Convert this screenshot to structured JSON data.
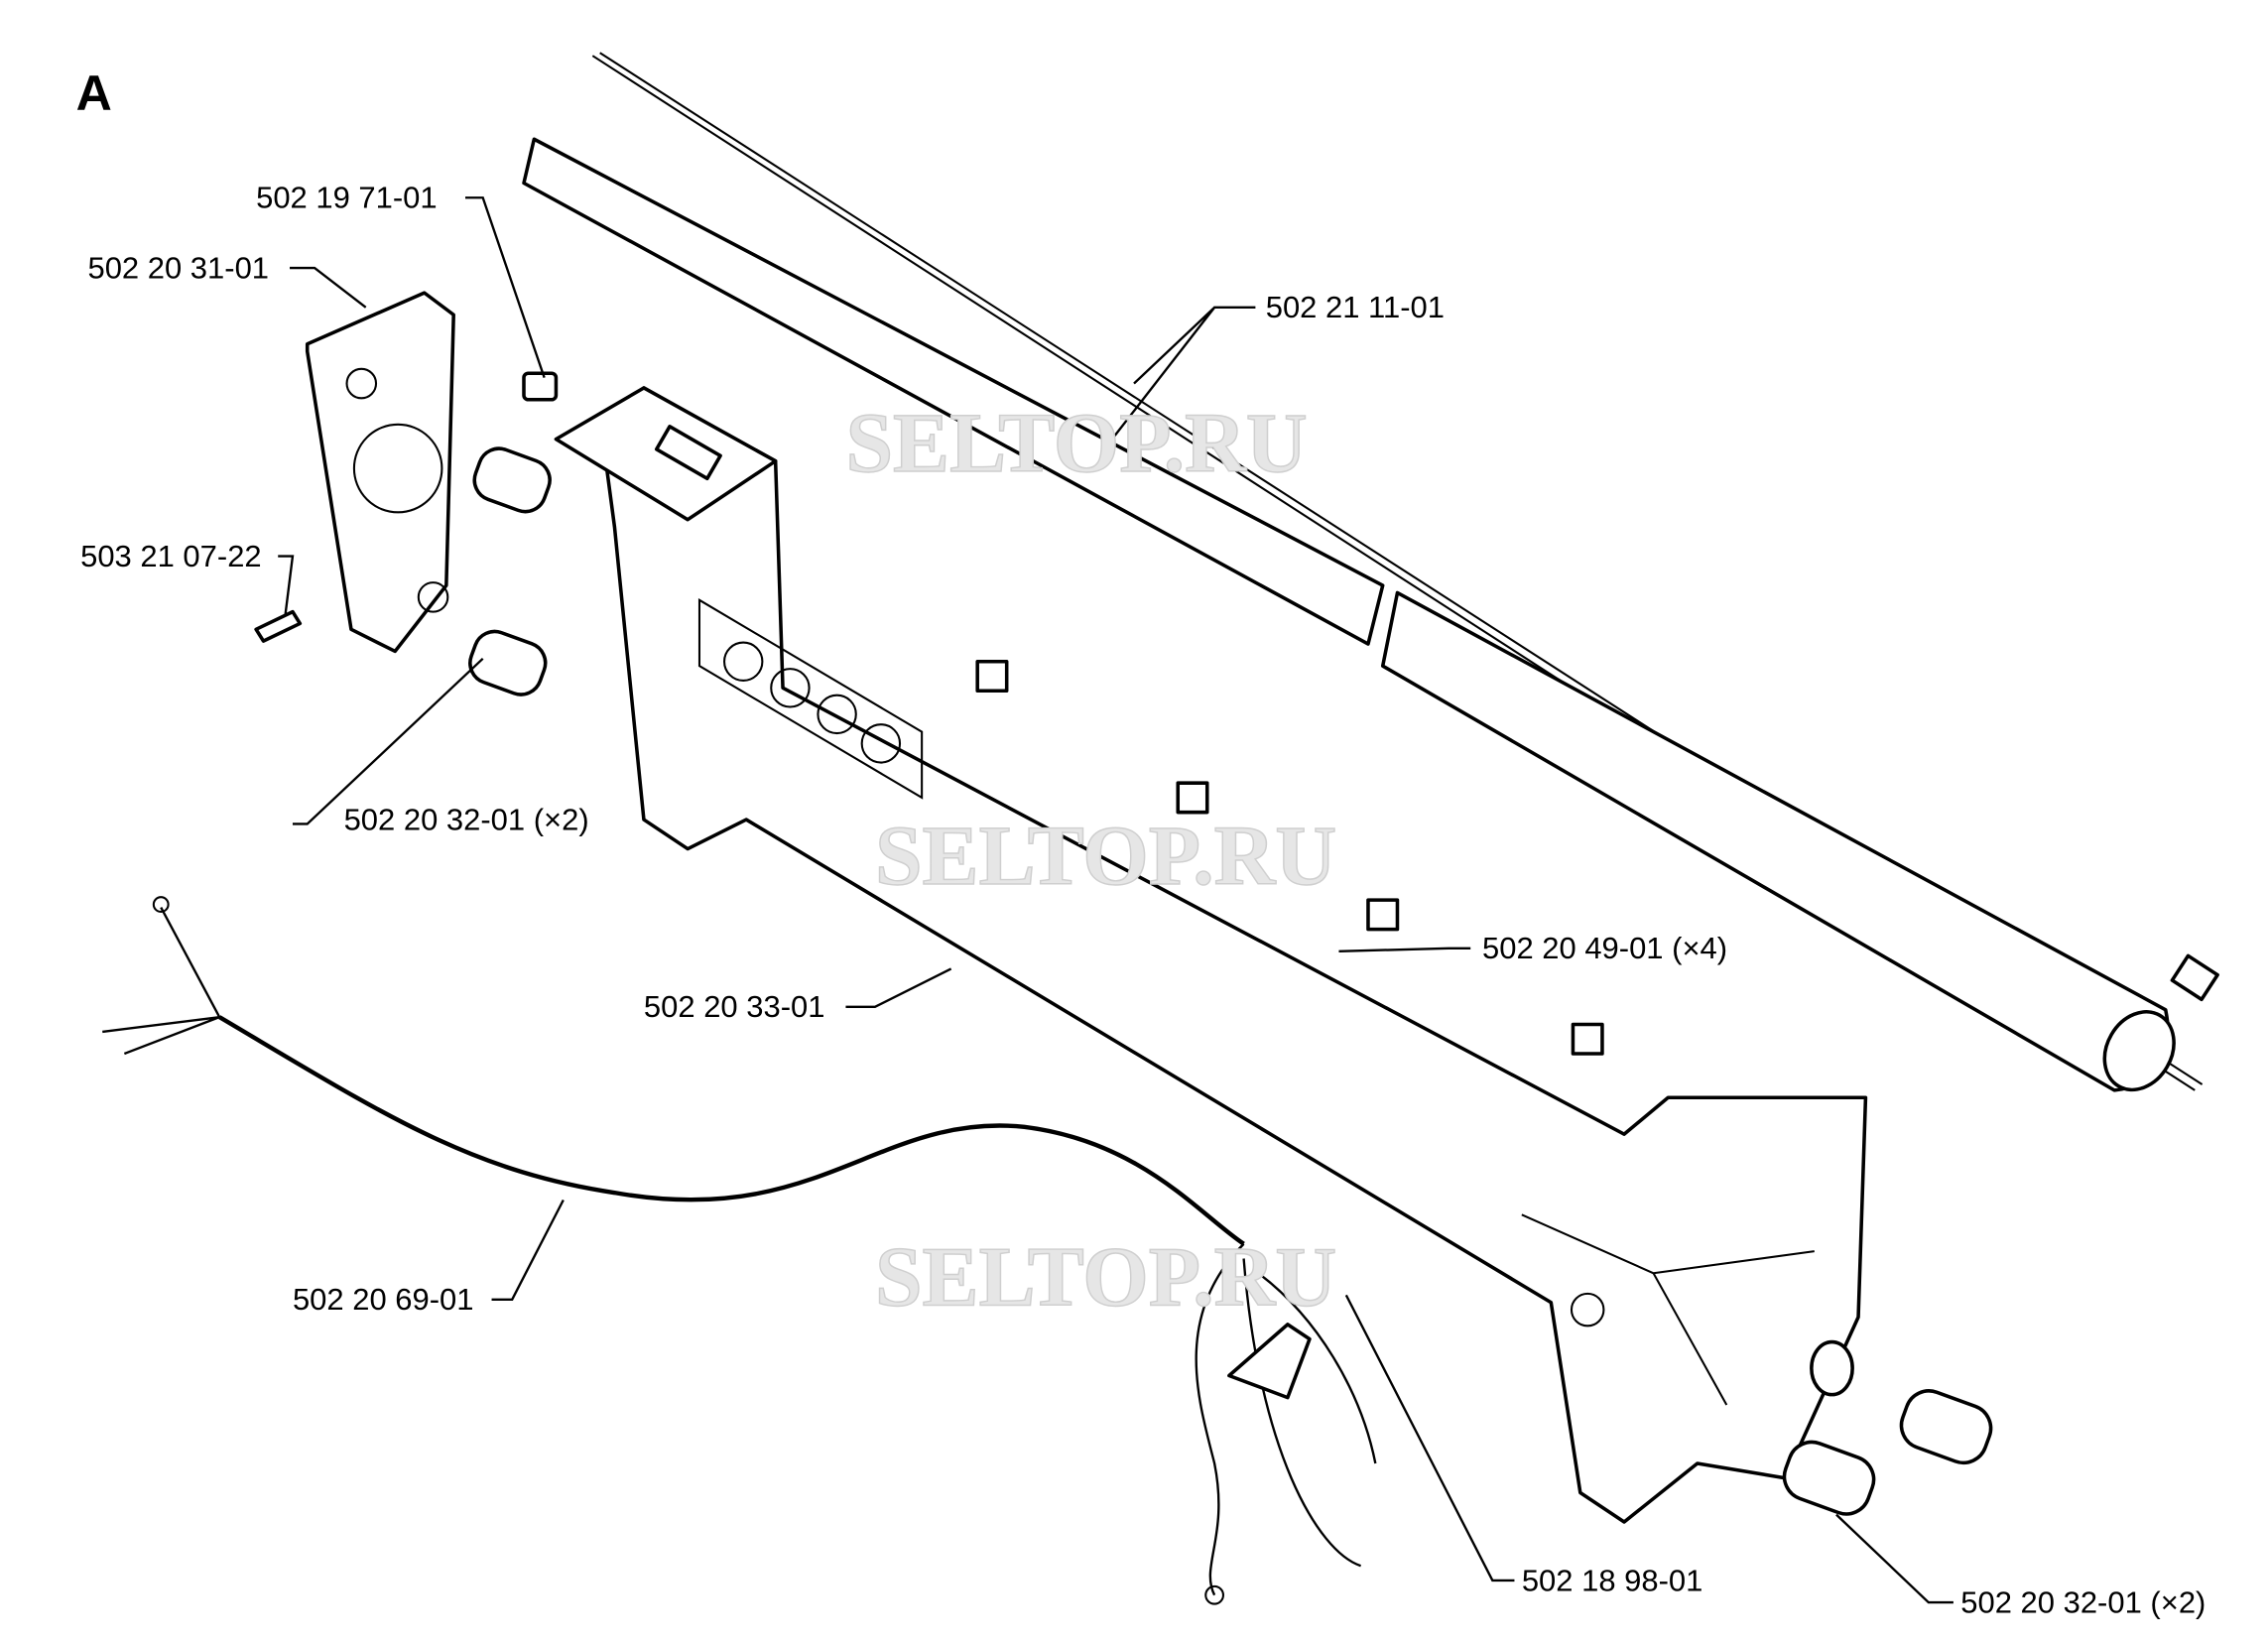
{
  "section_letter": "A",
  "watermark": "SELTOP.RU",
  "parts": [
    {
      "id": "part-502-19-71-01",
      "label": "502 19 71-01"
    },
    {
      "id": "part-502-20-31-01",
      "label": "502 20 31-01"
    },
    {
      "id": "part-502-21-11-01",
      "label": "502 21 11-01"
    },
    {
      "id": "part-503-21-07-22",
      "label": "503 21 07-22"
    },
    {
      "id": "part-502-20-32-01-left",
      "label": "502 20 32-01 (×2)"
    },
    {
      "id": "part-502-20-49-01",
      "label": "502 20 49-01  (×4)"
    },
    {
      "id": "part-502-20-33-01",
      "label": "502 20 33-01"
    },
    {
      "id": "part-502-20-69-01",
      "label": "502 20 69-01"
    },
    {
      "id": "part-502-18-98-01",
      "label": "502 18 98-01"
    },
    {
      "id": "part-502-20-32-01-right",
      "label": "502 20 32-01  (×2)"
    }
  ]
}
